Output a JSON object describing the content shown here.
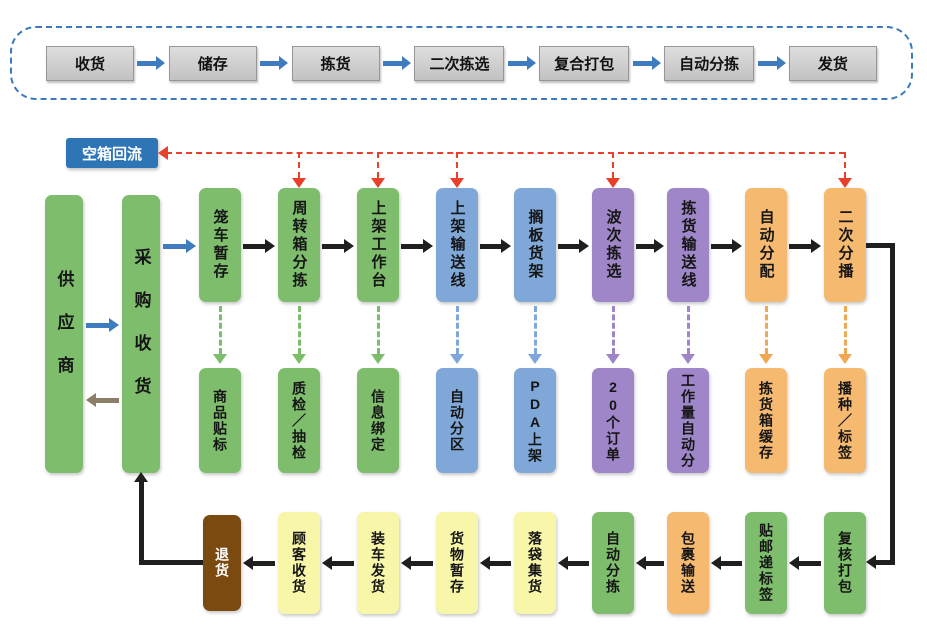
{
  "palette": {
    "green": "#7dbd6b",
    "blue": "#7fa8d9",
    "purple": "#9e86c8",
    "orange": "#f5b970",
    "yellow": "#f8f6a8",
    "brown": "#7a4a10",
    "gray_step": "#cccccc",
    "banner_border_blue": "#3a7abf",
    "arrow_blue": "#3f7cbf",
    "arrow_black": "#1f1f1f",
    "arrow_gray": "#8a8069",
    "return_red": "#e8402a",
    "label_blue": "#2e75b6"
  },
  "top_banner": {
    "steps": [
      "收货",
      "储存",
      "拣货",
      "二次拣选",
      "复合打包",
      "自动分拣",
      "发货"
    ]
  },
  "flow": {
    "return_label": "空箱回流",
    "left": [
      {
        "label": "供应商",
        "color": "green"
      },
      {
        "label": "采购收货",
        "color": "green"
      }
    ],
    "row1": [
      {
        "label": "笼车暂存",
        "color": "green"
      },
      {
        "label": "周转箱分拣",
        "color": "green"
      },
      {
        "label": "上架工作台",
        "color": "green"
      },
      {
        "label": "上架输送线",
        "color": "blue"
      },
      {
        "label": "搁板货架",
        "color": "blue"
      },
      {
        "label": "波次拣选",
        "color": "purple"
      },
      {
        "label": "拣货输送线",
        "color": "purple"
      },
      {
        "label": "自动分配",
        "color": "orange"
      },
      {
        "label": "二次分播",
        "color": "orange"
      }
    ],
    "row2": [
      {
        "label": "商品贴标",
        "color": "green"
      },
      {
        "label": "质检／抽检",
        "color": "green"
      },
      {
        "label": "信息绑定",
        "color": "green"
      },
      {
        "label": "自动分区",
        "color": "blue"
      },
      {
        "label": "PDA上架",
        "color": "blue"
      },
      {
        "label": "20个订单",
        "color": "purple"
      },
      {
        "label": "工作量自动分",
        "color": "purple"
      },
      {
        "label": "拣货箱缓存",
        "color": "orange"
      },
      {
        "label": "播种／标签",
        "color": "orange"
      }
    ],
    "row3": [
      {
        "label": "退货",
        "color": "brown"
      },
      {
        "label": "顾客收货",
        "color": "yellow"
      },
      {
        "label": "装车发货",
        "color": "yellow"
      },
      {
        "label": "货物暂存",
        "color": "yellow"
      },
      {
        "label": "落袋集货",
        "color": "yellow"
      },
      {
        "label": "自动分拣",
        "color": "green"
      },
      {
        "label": "包裹输送",
        "color": "orange"
      },
      {
        "label": "贴邮递标签",
        "color": "green"
      },
      {
        "label": "复核打包",
        "color": "green"
      }
    ]
  }
}
